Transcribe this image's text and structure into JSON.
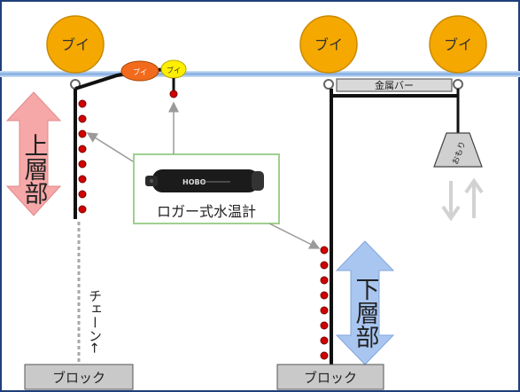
{
  "buoys": {
    "left_label": "ブイ",
    "right1_label": "ブイ",
    "right2_label": "ブイ",
    "small_orange_label": "ブイ",
    "small_yellow_label": "ブイ"
  },
  "metal_bar_label": "金属バー",
  "weight_label": "おもり",
  "upper_layer_label": "上層部",
  "lower_layer_label": "下層部",
  "chain_label": "チェーン←",
  "left_block_label": "ブロック",
  "right_block_label": "ブロック",
  "logger": {
    "caption": "ロガー式水温計",
    "device_text": "HOBO"
  },
  "colors": {
    "water_line": "#8ab3e6",
    "buoy_fill": "#f5a800",
    "small_buoy_orange": "#f26b1d",
    "small_buoy_yellow": "#ffee00",
    "sensor_dot": "#d00000",
    "upper_arrow": "#f6a7a7",
    "lower_arrow": "#a9c6f0",
    "block_fill": "#c9c9c9",
    "logger_border": "#9fd08f"
  }
}
